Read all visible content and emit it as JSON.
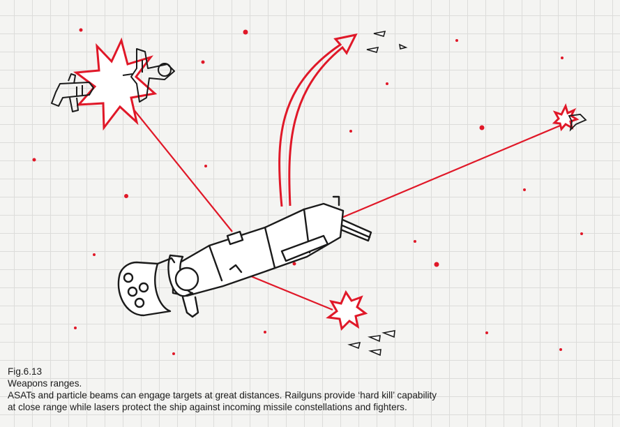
{
  "caption": {
    "figure_number": "Fig.6.13",
    "title": "Weapons ranges.",
    "line1": "ASATs and particle beams can engage targets at great distances. Railguns provide ‘hard kill’ capability",
    "line2": "at close range while lasers protect the ship against incoming missile constellations and fighters."
  },
  "colors": {
    "accent": "#e01828",
    "ink": "#1a1a1a",
    "paper": "#f4f4f2",
    "grid": "#dcdcda"
  }
}
